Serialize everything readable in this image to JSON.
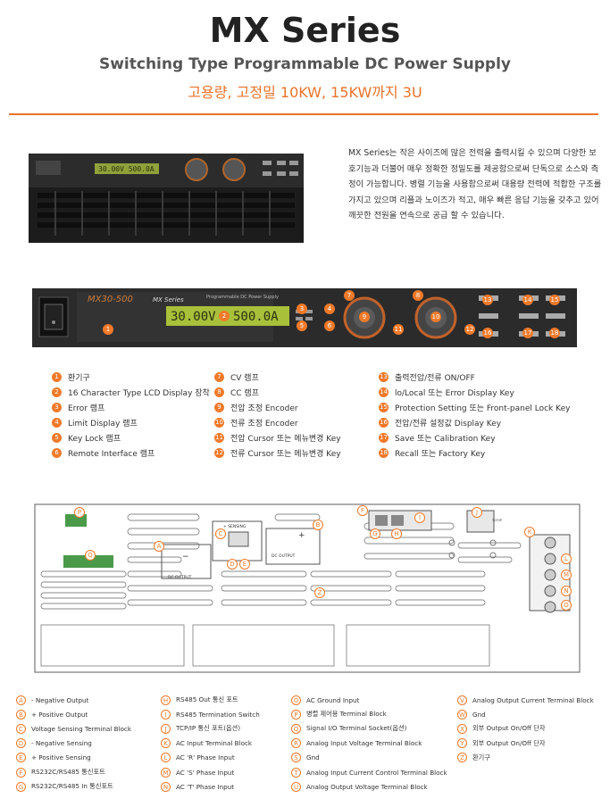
{
  "header": {
    "title": "MX Series",
    "subtitle": "Switching Type Programmable DC Power Supply",
    "subtitle_kr": "고용량, 고정밀 10KW, 15KW까지 3U"
  },
  "description": "MX Series는 작은 사이즈에 많은 전력을 출력시킬 수 있으며 다양한 보호기능과 더불어 매우 정확한 정밀도를 제공함으로써 단독으로 소스와 측정이 가능합니다. 병렬 기능을 사용함으로써 대용량 전력에 적합한 구조를 가지고 있으며 리플과 노이즈가 적고, 매우 빠른 응답 기능을 갖추고 있어 깨끗한 전원을 연속으로 공급 할 수 있습니다.",
  "front_panel": {
    "model": "MX30-500",
    "series_name": "MX Series",
    "lcd_voltage": "30.00V",
    "lcd_current": "500.0A",
    "product_label": "Programmable DC Power Supply"
  },
  "front_legend": [
    {
      "num": "1",
      "label": "환기구"
    },
    {
      "num": "2",
      "label": "16 Character Type LCD Display 장착"
    },
    {
      "num": "3",
      "label": "Error 램프"
    },
    {
      "num": "4",
      "label": "Limit Display 램프"
    },
    {
      "num": "5",
      "label": "Key Lock 램프"
    },
    {
      "num": "6",
      "label": "Remote Interface 램프"
    },
    {
      "num": "7",
      "label": "CV 램프"
    },
    {
      "num": "8",
      "label": "CC 램프"
    },
    {
      "num": "9",
      "label": "전압 조정 Encoder"
    },
    {
      "num": "10",
      "label": "전류 조정 Encoder"
    },
    {
      "num": "11",
      "label": "전압 Cursor 또는 메뉴변경 Key"
    },
    {
      "num": "12",
      "label": "전류 Cursor 또는 메뉴변경 Key"
    },
    {
      "num": "13",
      "label": "출력전압/전류 ON/OFF"
    },
    {
      "num": "14",
      "label": "lo/Local 또는 Error Display Key"
    },
    {
      "num": "15",
      "label": "Protection Setting 또는 Front-panel Lock Key"
    },
    {
      "num": "16",
      "label": "전압/전류 설정값 Display Key"
    },
    {
      "num": "17",
      "label": "Save 또는 Calibration Key"
    },
    {
      "num": "18",
      "label": "Recall 또는 Factory Key"
    }
  ],
  "rear_panel": {
    "dc_output": "DC OUTPUT",
    "sensing": "+ SENSING",
    "minus": "−",
    "plus": "+",
    "tcp_label": "TCP/IP"
  },
  "rear_legend": [
    {
      "key": "A",
      "label": "- Negative Output"
    },
    {
      "key": "B",
      "label": "+ Positive Output"
    },
    {
      "key": "C",
      "label": "Voltage Sensing Terminal Block"
    },
    {
      "key": "D",
      "label": "- Negative Sensing"
    },
    {
      "key": "E",
      "label": "+ Positive Sensing"
    },
    {
      "key": "F",
      "label": "RS232C/RS485 통신포트"
    },
    {
      "key": "G",
      "label": "RS232C/RS485 In 통신포트"
    },
    {
      "key": "H",
      "label": "RS485 Out 통신 포트"
    },
    {
      "key": "I",
      "label": "RS485 Termination Switch"
    },
    {
      "key": "J",
      "label": "TCP/IP 통신 포트(옵션)"
    },
    {
      "key": "K",
      "label": "AC Input Terminal Block"
    },
    {
      "key": "L",
      "label": "AC 'R' Phase Input"
    },
    {
      "key": "M",
      "label": "AC 'S' Phase Input"
    },
    {
      "key": "N",
      "label": "AC 'T' Phase Input"
    },
    {
      "key": "O",
      "label": "AC Ground Input"
    },
    {
      "key": "P",
      "label": "병렬 제어용 Terminal Block"
    },
    {
      "key": "Q",
      "label": "Signal I/O Terminal Socket(옵션)"
    },
    {
      "key": "R",
      "label": "Analog Input Voltage Terminal Block"
    },
    {
      "key": "S",
      "label": "Gnd"
    },
    {
      "key": "T",
      "label": "Analog Input Current Control Terminal Block"
    },
    {
      "key": "U",
      "label": "Analog Output Voltage Terminal Block"
    },
    {
      "key": "V",
      "label": "Analog Output Current Terminal Block"
    },
    {
      "key": "W",
      "label": "Gnd"
    },
    {
      "key": "X",
      "label": "외부 Output On/Off 단자"
    },
    {
      "key": "Y",
      "label": "외부 Output On/Off 단자"
    },
    {
      "key": "Z",
      "label": "환기구"
    }
  ],
  "colors": {
    "accent": "#e8732a",
    "panel_dark": "#2a2a2a",
    "lcd": "#a8c03a"
  }
}
